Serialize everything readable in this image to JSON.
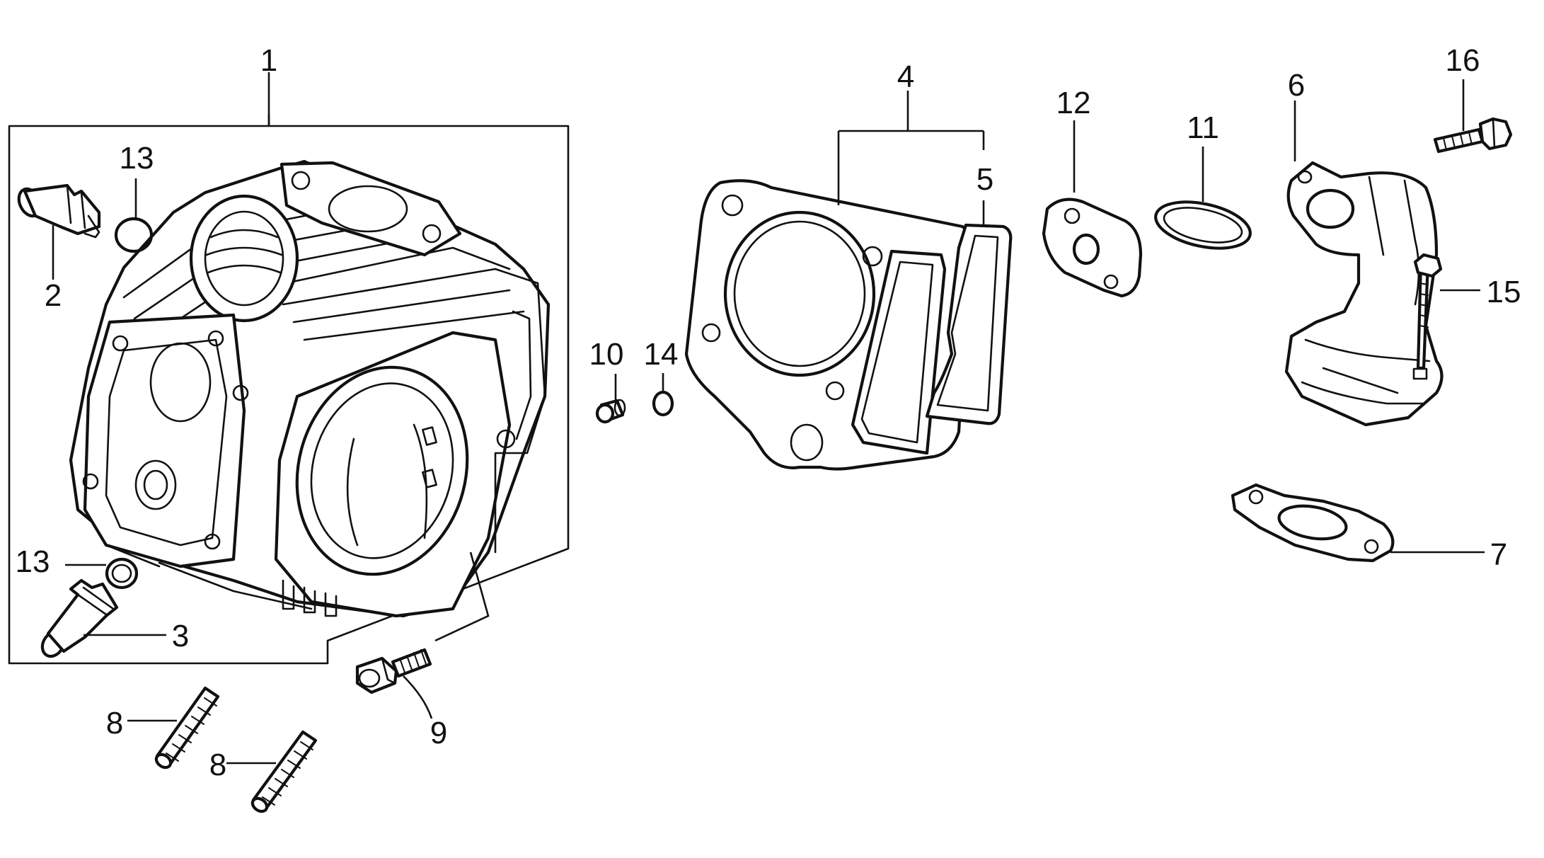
{
  "callouts": {
    "c1": "1",
    "c2": "2",
    "c3": "3",
    "c4": "4",
    "c5": "5",
    "c6": "6",
    "c7": "7",
    "c8a": "8",
    "c8b": "8",
    "c9": "9",
    "c10": "10",
    "c11": "11",
    "c12": "12",
    "c13a": "13",
    "c13b": "13",
    "c14": "14",
    "c15": "15",
    "c16": "16"
  }
}
